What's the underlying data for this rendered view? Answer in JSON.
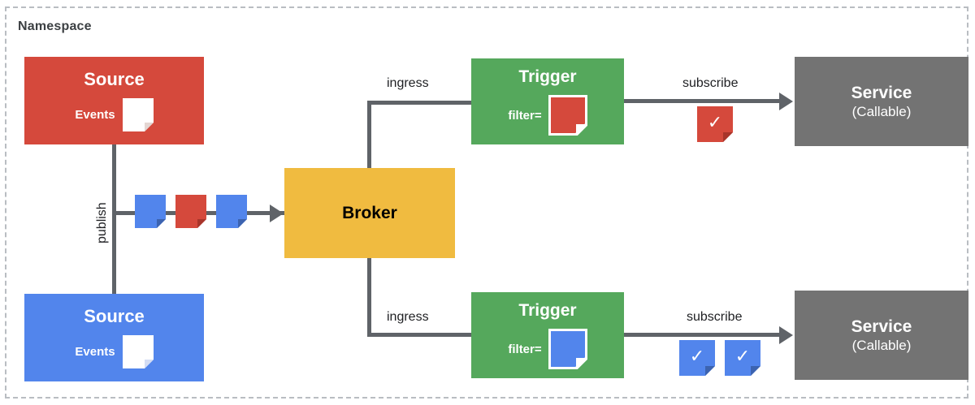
{
  "namespace": {
    "label": "Namespace"
  },
  "colors": {
    "red": "#d5493c",
    "blue": "#5285ec",
    "green": "#55a85c",
    "yellow": "#f0bb40",
    "gray": "#737373",
    "line": "#5f6368",
    "frame_dash": "#b9bdc2",
    "text_dark": "#202124"
  },
  "nodes": {
    "source_red": {
      "title": "Source",
      "events_label": "Events",
      "icon": "event-doc-icon",
      "icon_color": "#ffffff",
      "color": "#d5493c"
    },
    "source_blue": {
      "title": "Source",
      "events_label": "Events",
      "icon": "event-doc-icon",
      "icon_color": "#ffffff",
      "color": "#5285ec"
    },
    "broker": {
      "title": "Broker",
      "color": "#f0bb40"
    },
    "trigger_top": {
      "title": "Trigger",
      "filter_label": "filter=",
      "icon": "event-doc-icon",
      "icon_color": "#d5493c",
      "color": "#55a85c"
    },
    "trigger_bottom": {
      "title": "Trigger",
      "filter_label": "filter=",
      "icon": "event-doc-icon",
      "icon_color": "#5285ec",
      "color": "#55a85c"
    },
    "service_top": {
      "title": "Service",
      "subtitle": "(Callable)",
      "color": "#737373"
    },
    "service_bottom": {
      "title": "Service",
      "subtitle": "(Callable)",
      "color": "#737373"
    }
  },
  "edges": {
    "publish": {
      "label": "publish"
    },
    "ingress_top": {
      "label": "ingress"
    },
    "ingress_bottom": {
      "label": "ingress"
    },
    "subscribe_top": {
      "label": "subscribe"
    },
    "subscribe_bottom": {
      "label": "subscribe"
    }
  },
  "event_stream": {
    "icons": [
      {
        "name": "event-doc-icon",
        "color": "#5285ec"
      },
      {
        "name": "event-doc-icon",
        "color": "#d5493c"
      },
      {
        "name": "event-doc-icon",
        "color": "#5285ec"
      }
    ]
  },
  "delivered_top": {
    "icons": [
      {
        "name": "event-check-icon",
        "color": "#d5493c",
        "glyph": "✓"
      }
    ]
  },
  "delivered_bottom": {
    "icons": [
      {
        "name": "event-check-icon",
        "color": "#5285ec",
        "glyph": "✓"
      },
      {
        "name": "event-check-icon",
        "color": "#5285ec",
        "glyph": "✓"
      }
    ]
  }
}
